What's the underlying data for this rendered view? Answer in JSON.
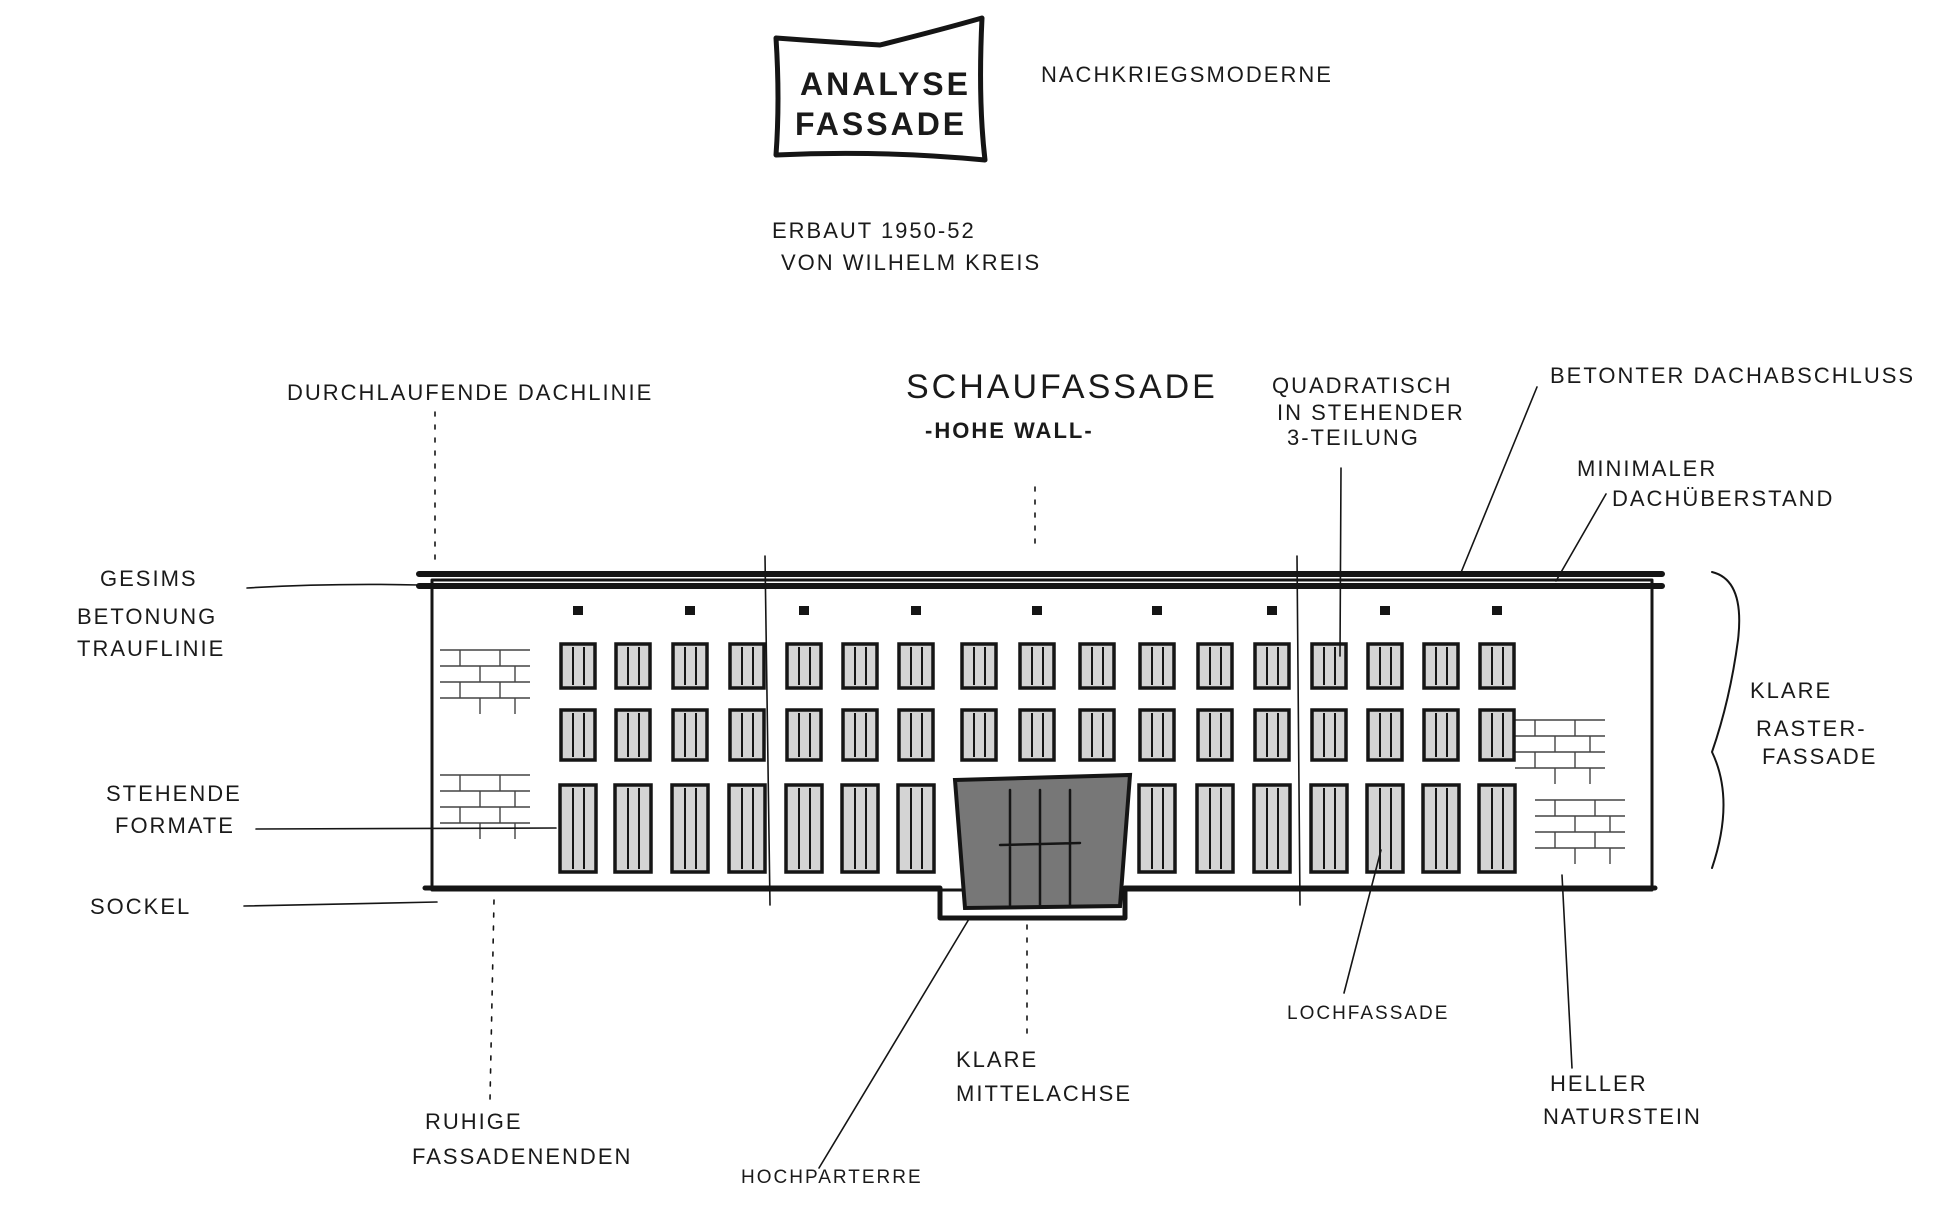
{
  "title": {
    "line1": "ANALYSE",
    "line2": "FASSADE"
  },
  "subtitle": "NACHKRIEGSMODERNE",
  "meta": {
    "built": "ERBAUT 1950-52",
    "architect": "VON WILHELM KREIS"
  },
  "center_heading": {
    "line1": "SCHAUFASSADE",
    "line2": "-HOHE WALL-"
  },
  "annotations": {
    "roofline": "DURCHLAUFENDE DACHLINIE",
    "square": {
      "l1": "QUADRATISCH",
      "l2": "IN STEHENDER",
      "l3": "3-TEILUNG"
    },
    "roof_edge": "BETONTER DACHABSCHLUSS",
    "overhang": {
      "l1": "MINIMALER",
      "l2": "DACHÜBERSTAND"
    },
    "cornice": {
      "l1": "GESIMS",
      "l2": "BETONUNG",
      "l3": "TRAUFLINIE"
    },
    "grid": {
      "l1": "KLARE",
      "l2": "RASTER-",
      "l3": "FASSADE"
    },
    "formats": {
      "l1": "STEHENDE",
      "l2": "FORMATE"
    },
    "plinth": "SOCKEL",
    "ends": {
      "l1": "RUHIGE",
      "l2": "FASSADENENDEN"
    },
    "mezzanine": "HOCHPARTERRE",
    "axis": {
      "l1": "KLARE",
      "l2": "MITTELACHSE"
    },
    "punched": "LOCHFASSADE",
    "stone": {
      "l1": "HELLER",
      "l2": "NATURSTEIN"
    }
  }
}
